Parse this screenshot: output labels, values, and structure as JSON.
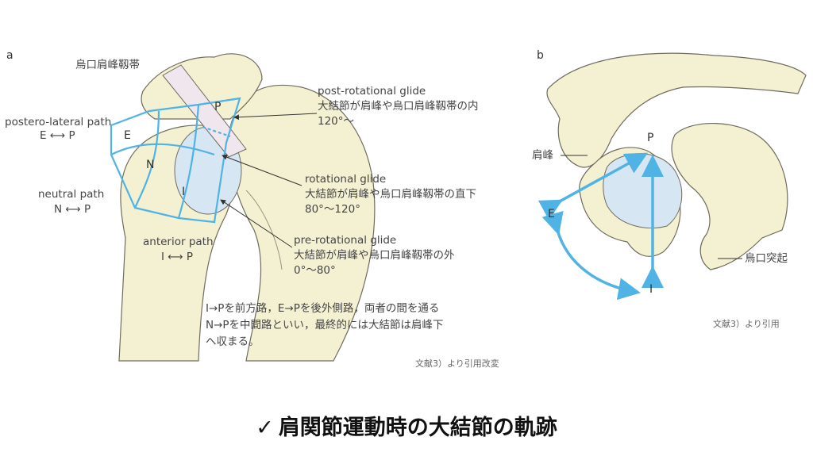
{
  "panel_a": {
    "panel_label": "a",
    "ligament_label": "烏口肩峰靱帯",
    "posterolateral_path": "postero-lateral path",
    "posterolateral_arrow": "E ⟷ P",
    "neutral_path": "neutral path",
    "neutral_arrow": "N ⟷ P",
    "anterior_path": "anterior path",
    "anterior_arrow": "I ⟷ P",
    "region_E": "E",
    "region_N": "N",
    "region_I": "I",
    "region_P": "P",
    "post_glide_title": "post-rotational glide",
    "post_glide_desc": "大結節が肩峰や烏口肩峰靱帯の内",
    "post_glide_range": "120°〜",
    "rot_glide_title": "rotational glide",
    "rot_glide_desc": "大結節が肩峰や烏口肩峰靱帯の直下",
    "rot_glide_range": "80°〜120°",
    "pre_glide_title": "pre-rotational glide",
    "pre_glide_desc": "大結節が肩峰や烏口肩峰靱帯の外",
    "pre_glide_range": "0°〜80°",
    "note_line1": "I→Pを前方路，E→Pを後外側路，両者の間を通る",
    "note_line2": "N→Pを中間路といい，最終的には大結節は肩峰下",
    "note_line3": "へ収まる。",
    "citation": "文献3）より引用改変"
  },
  "panel_b": {
    "panel_label": "b",
    "acromion_label": "肩峰",
    "coracoid_label": "烏口突起",
    "label_P": "P",
    "label_E": "E",
    "label_I": "I",
    "citation": "文献3）より引用"
  },
  "caption": {
    "check": "✓",
    "text": "肩関節運動時の大結節の軌跡"
  },
  "colors": {
    "bone": "#f4f1d2",
    "bone_stroke": "#6f6b5e",
    "path_blue": "#4fb3e6",
    "ligament": "#efe6ee",
    "head_blue": "#d7e6f3"
  }
}
